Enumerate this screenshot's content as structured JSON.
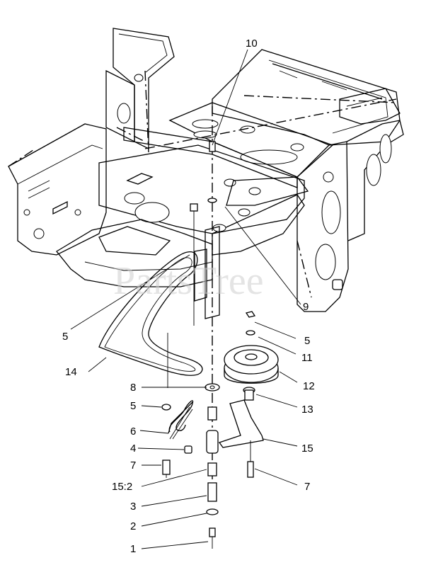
{
  "watermark": "PartsTree",
  "callouts": [
    {
      "id": "c10",
      "text": "10"
    },
    {
      "id": "c9",
      "text": "9"
    },
    {
      "id": "c5a",
      "text": "5"
    },
    {
      "id": "c5b",
      "text": "5"
    },
    {
      "id": "c11",
      "text": "11"
    },
    {
      "id": "c14",
      "text": "14"
    },
    {
      "id": "c12",
      "text": "12"
    },
    {
      "id": "c8",
      "text": "8"
    },
    {
      "id": "c13",
      "text": "13"
    },
    {
      "id": "c5c",
      "text": "5"
    },
    {
      "id": "c6",
      "text": "6"
    },
    {
      "id": "c15",
      "text": "15"
    },
    {
      "id": "c4",
      "text": "4"
    },
    {
      "id": "c7a",
      "text": "7"
    },
    {
      "id": "c7b",
      "text": "7"
    },
    {
      "id": "c15_2",
      "text": "15:2"
    },
    {
      "id": "c3",
      "text": "3"
    },
    {
      "id": "c2",
      "text": "2"
    },
    {
      "id": "c1",
      "text": "1"
    }
  ]
}
